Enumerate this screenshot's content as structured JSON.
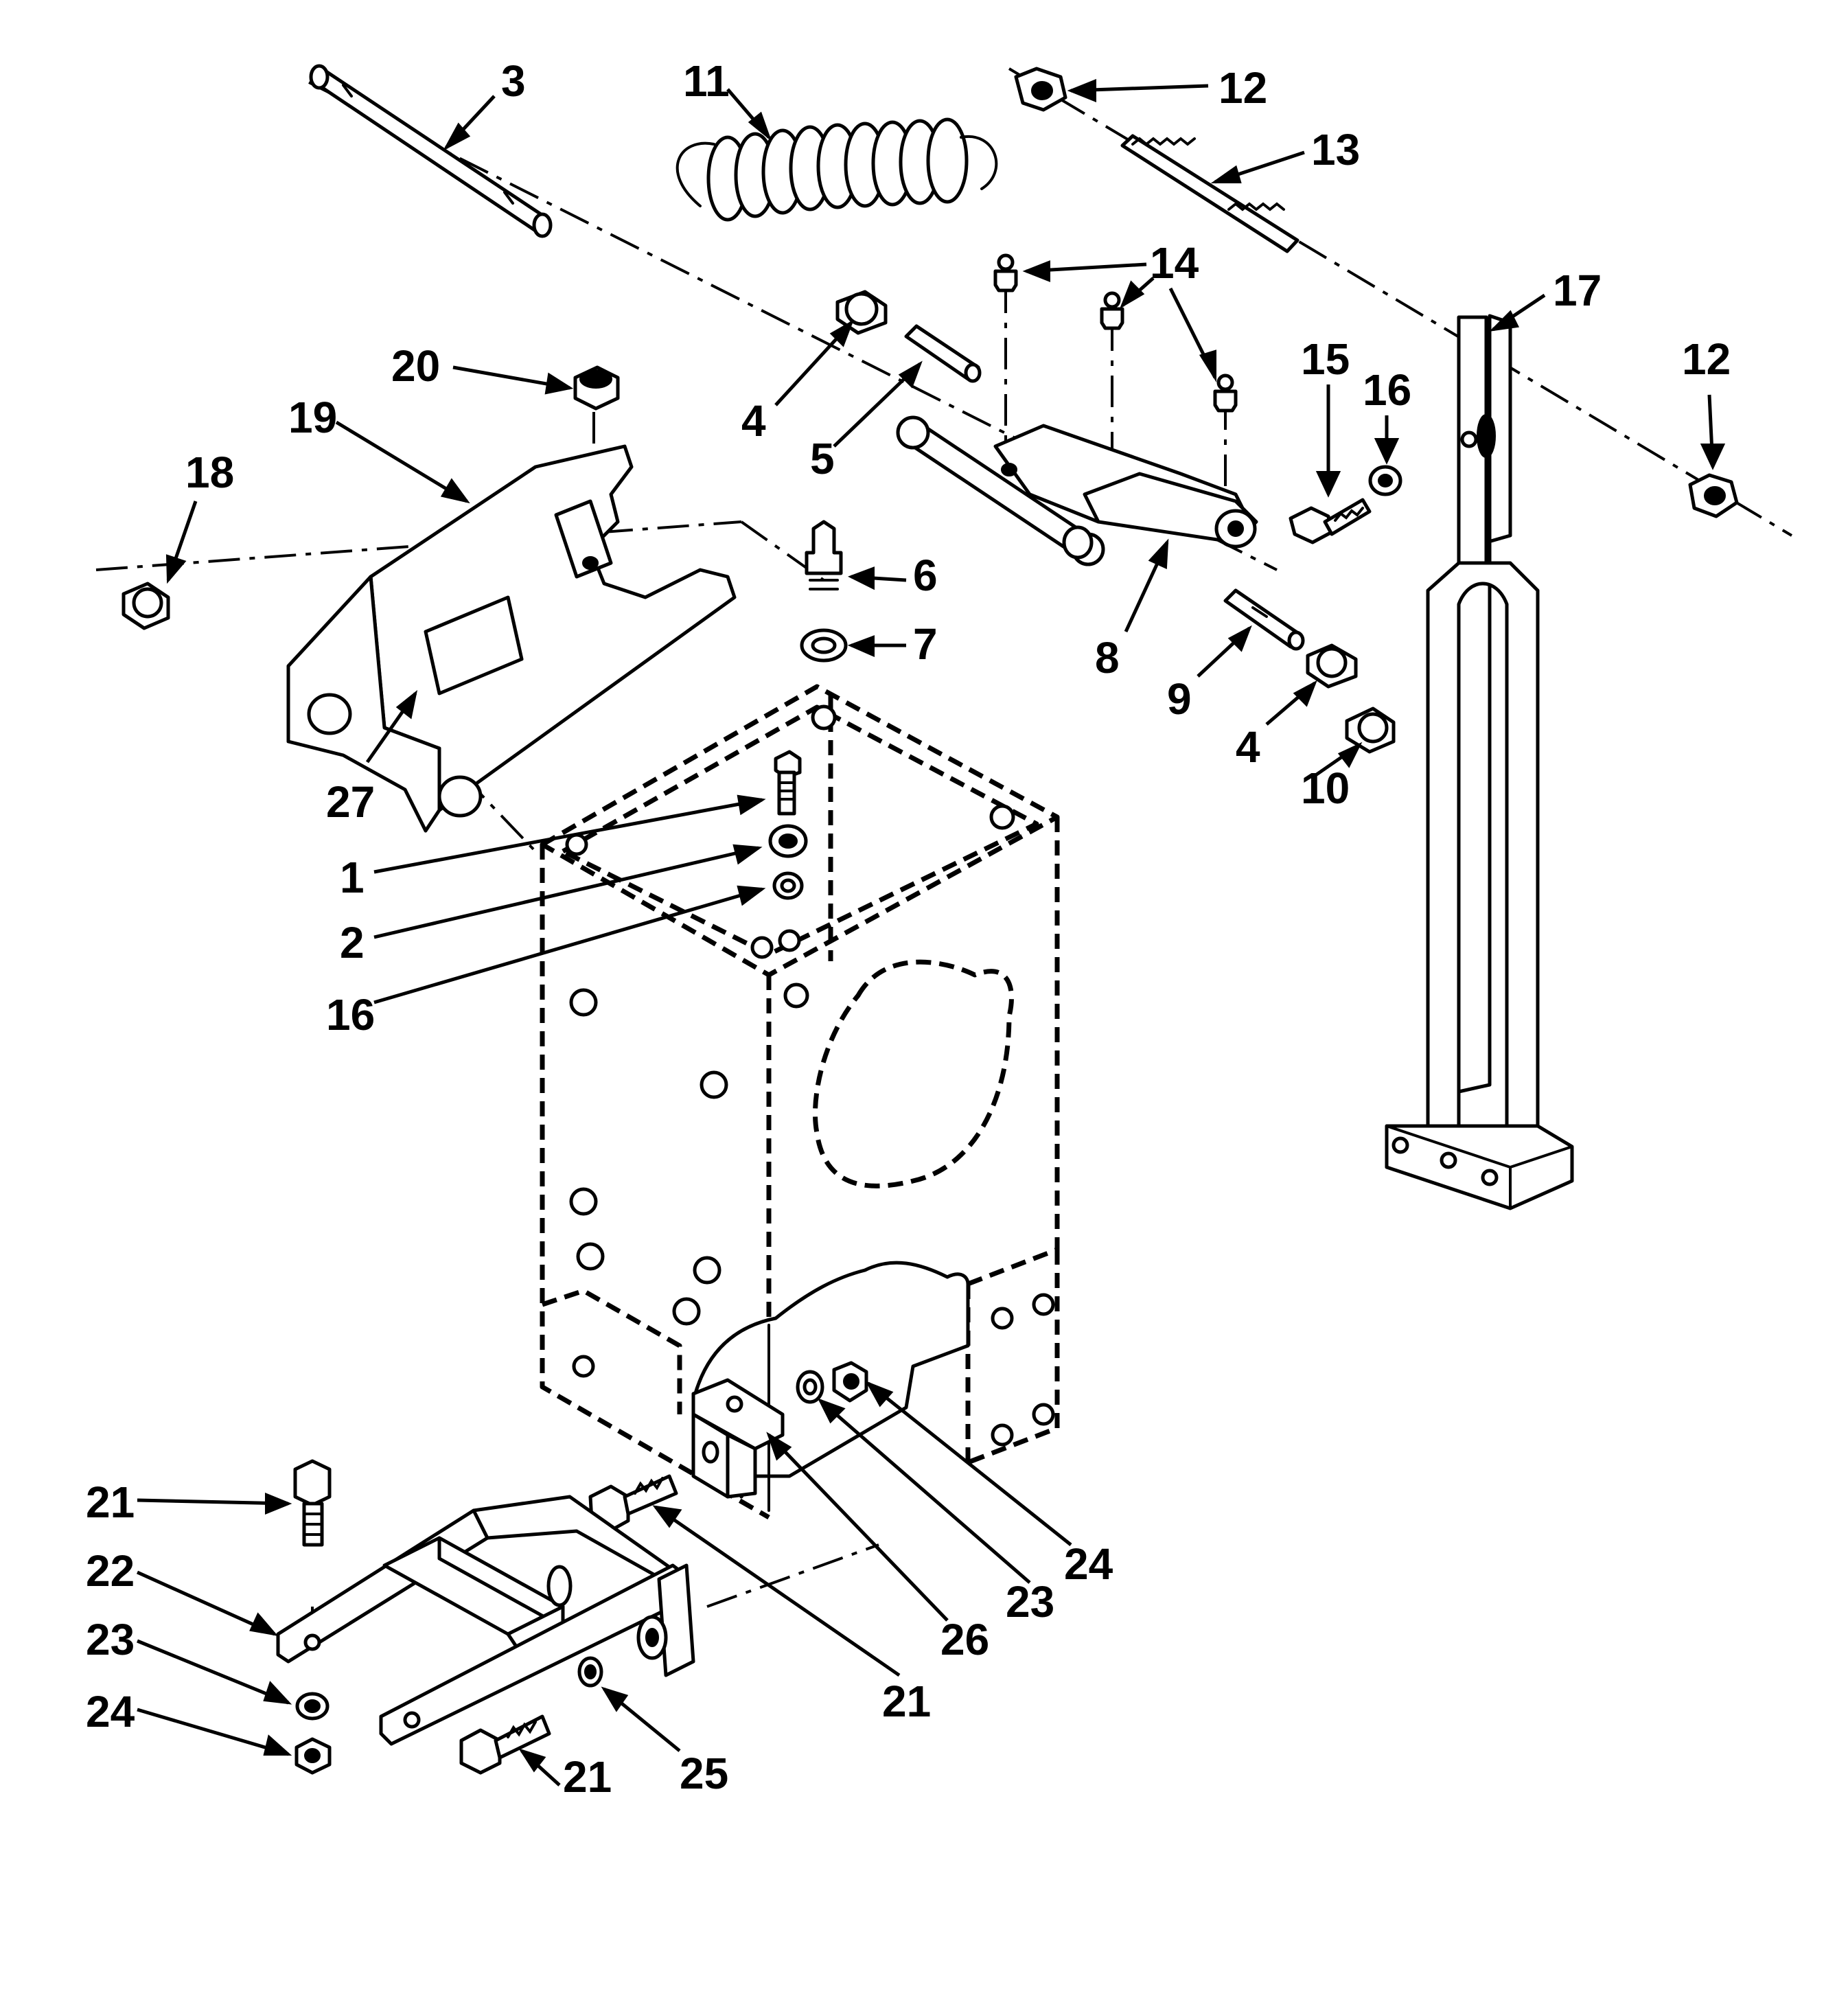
{
  "callouts": [
    {
      "id": "c3",
      "text": "3"
    },
    {
      "id": "c11",
      "text": "11"
    },
    {
      "id": "c12a",
      "text": "12"
    },
    {
      "id": "c13",
      "text": "13"
    },
    {
      "id": "c14",
      "text": "14"
    },
    {
      "id": "c17",
      "text": "17"
    },
    {
      "id": "c15",
      "text": "15"
    },
    {
      "id": "c16a",
      "text": "16"
    },
    {
      "id": "c12b",
      "text": "12"
    },
    {
      "id": "c20",
      "text": "20"
    },
    {
      "id": "c19",
      "text": "19"
    },
    {
      "id": "c18",
      "text": "18"
    },
    {
      "id": "c4a",
      "text": "4"
    },
    {
      "id": "c5",
      "text": "5"
    },
    {
      "id": "c6",
      "text": "6"
    },
    {
      "id": "c7",
      "text": "7"
    },
    {
      "id": "c8",
      "text": "8"
    },
    {
      "id": "c9",
      "text": "9"
    },
    {
      "id": "c4b",
      "text": "4"
    },
    {
      "id": "c10",
      "text": "10"
    },
    {
      "id": "c27",
      "text": "27"
    },
    {
      "id": "c1",
      "text": "1"
    },
    {
      "id": "c2",
      "text": "2"
    },
    {
      "id": "c16b",
      "text": "16"
    },
    {
      "id": "c21a",
      "text": "21"
    },
    {
      "id": "c22",
      "text": "22"
    },
    {
      "id": "c23a",
      "text": "23"
    },
    {
      "id": "c24a",
      "text": "24"
    },
    {
      "id": "c21b",
      "text": "21"
    },
    {
      "id": "c26",
      "text": "26"
    },
    {
      "id": "c23b",
      "text": "23"
    },
    {
      "id": "c24b",
      "text": "24"
    },
    {
      "id": "c21c",
      "text": "21"
    },
    {
      "id": "c25",
      "text": "25"
    }
  ]
}
